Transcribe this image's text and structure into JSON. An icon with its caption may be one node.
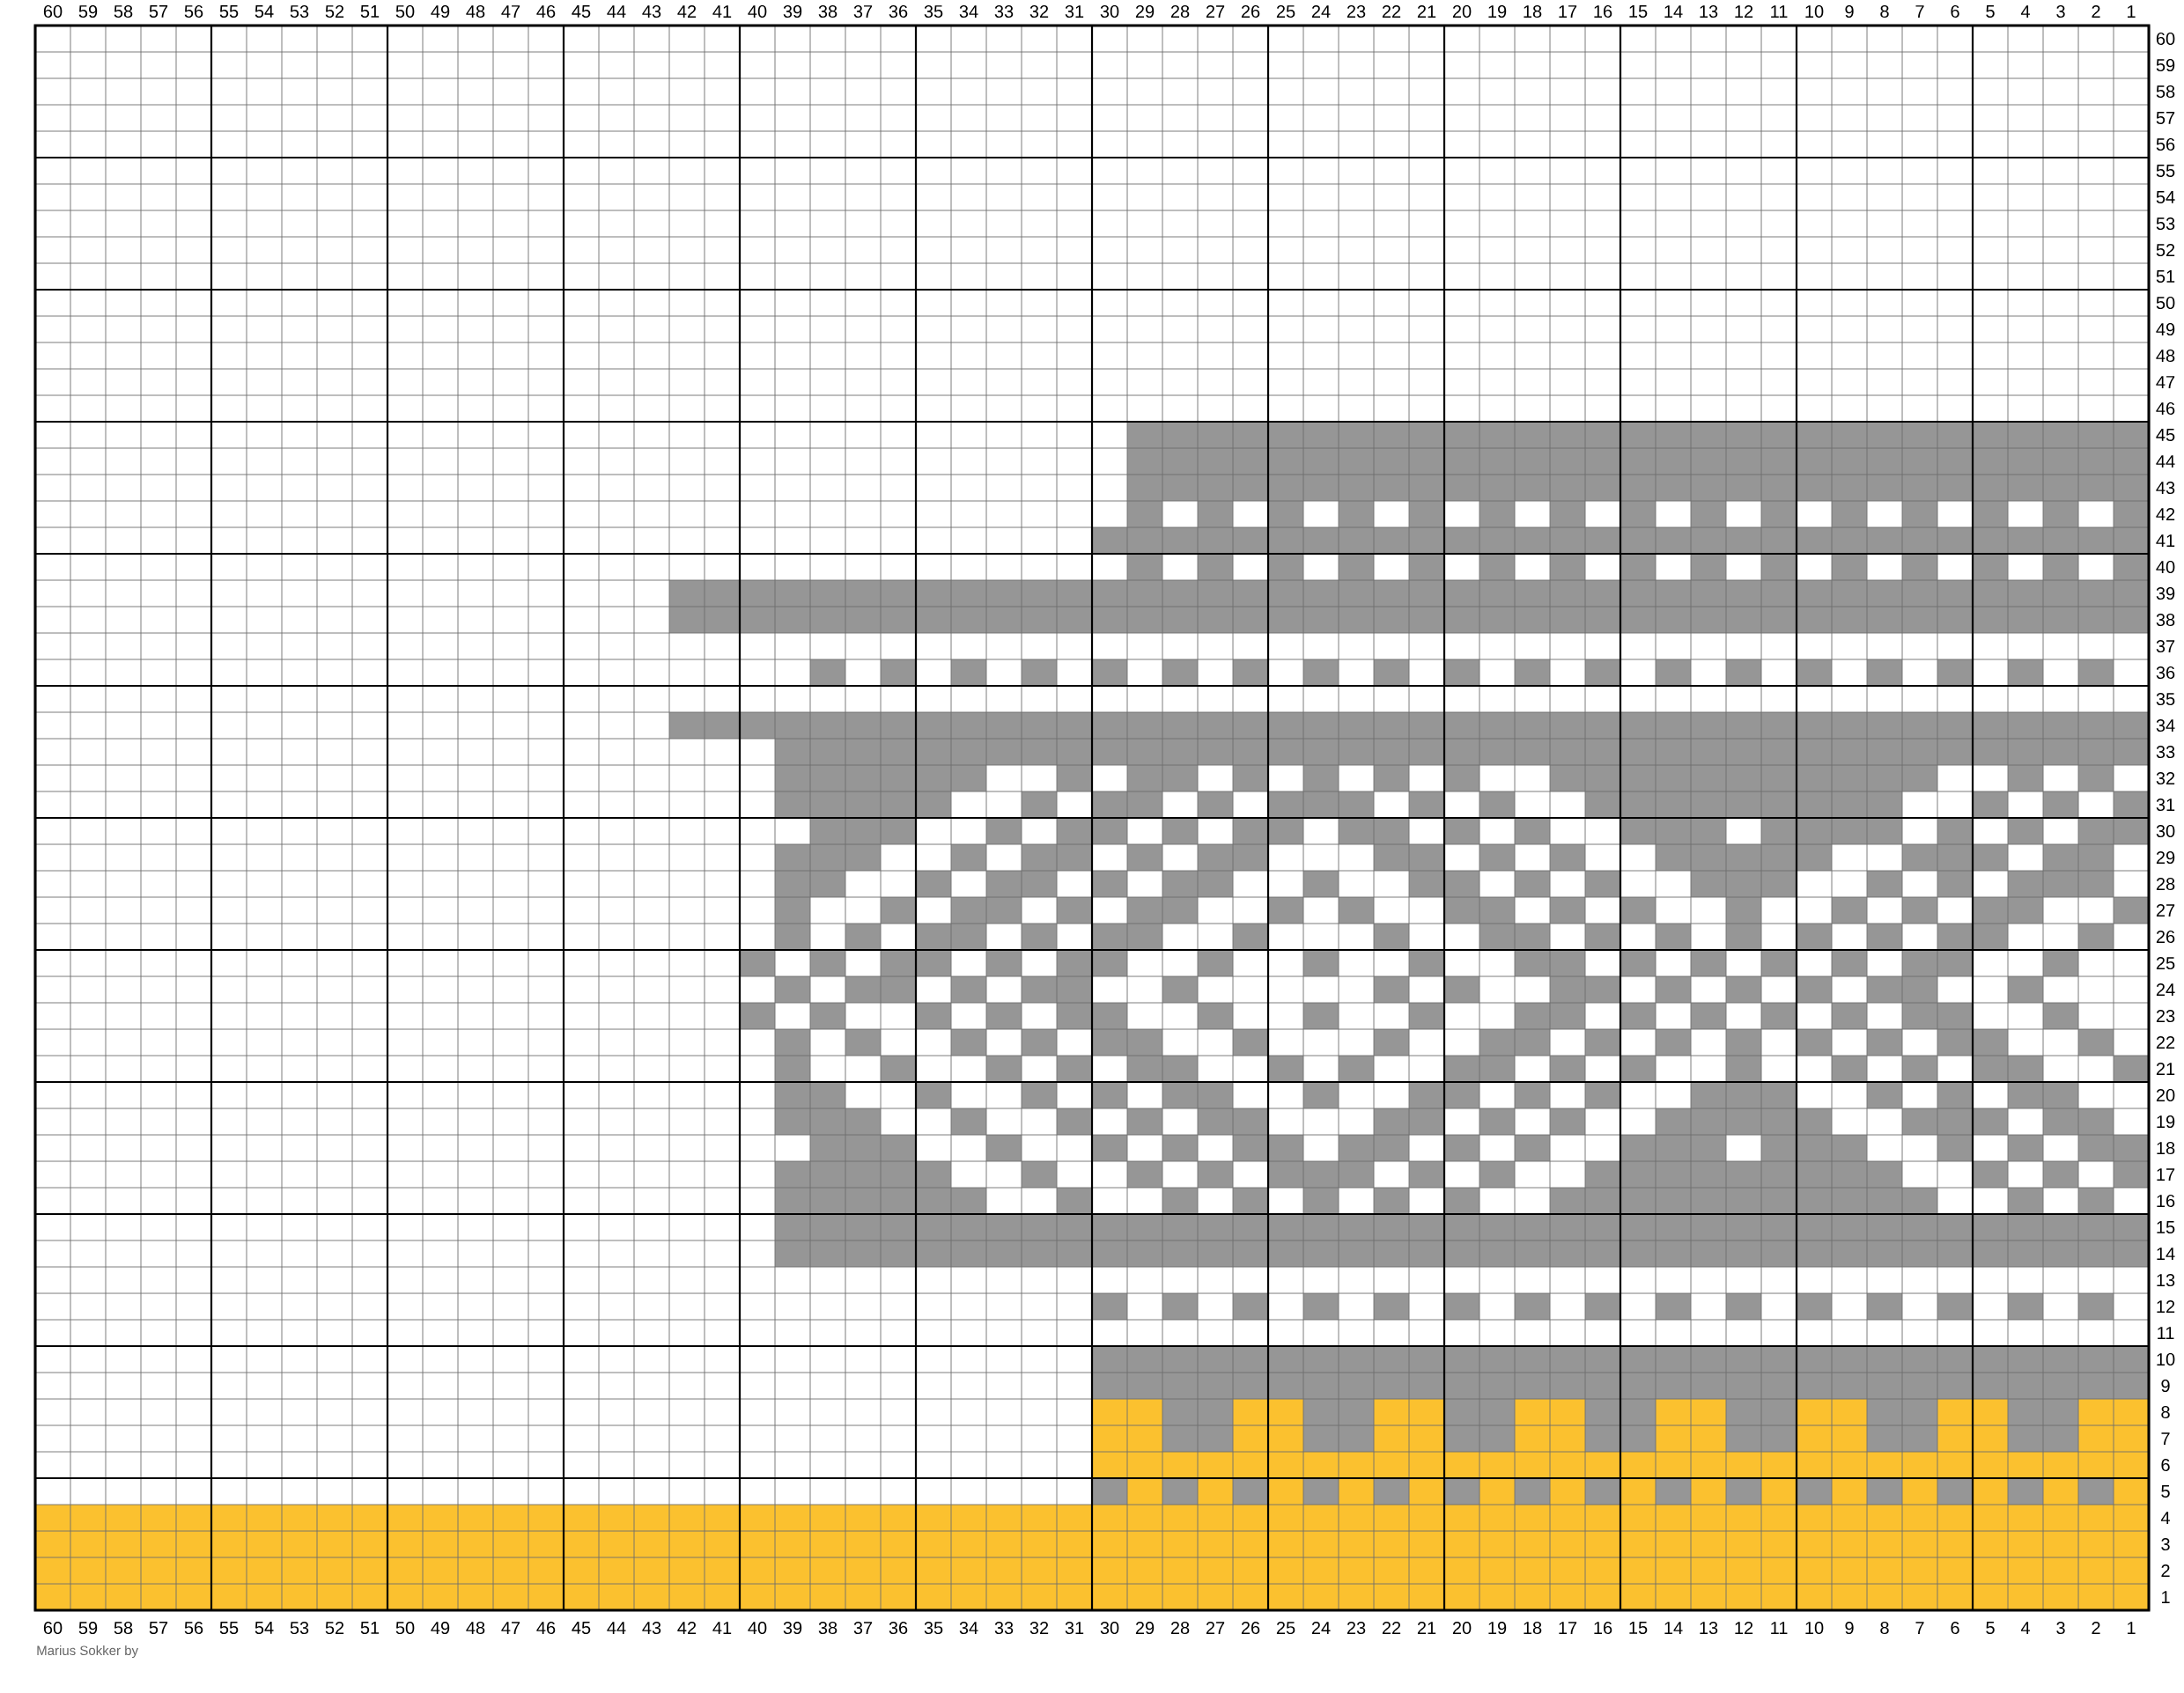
{
  "diagram": {
    "labels": [
      "60",
      "59",
      "58",
      "57",
      "56",
      "55",
      "54",
      "53",
      "52",
      "51",
      "50",
      "49",
      "48",
      "47",
      "46",
      "45",
      "44",
      "43",
      "42",
      "41",
      "40",
      "39",
      "38",
      "37",
      "36",
      "35",
      "34",
      "33",
      "32",
      "31",
      "30",
      "29",
      "28",
      "27",
      "26",
      "25",
      "24",
      "23",
      "22",
      "21",
      "20",
      "19",
      "18",
      "17",
      "16",
      "15",
      "14",
      "13",
      "12",
      "11",
      "10",
      "9",
      "8",
      "7",
      "6",
      "5",
      "4",
      "3",
      "2",
      "1",
      "60",
      "59",
      "58",
      "57",
      "56",
      "55",
      "54",
      "53",
      "52",
      "51",
      "50",
      "49",
      "48",
      "47",
      "46",
      "45",
      "44",
      "43",
      "42",
      "41",
      "40",
      "39",
      "38",
      "37",
      "36",
      "35",
      "34",
      "33",
      "32",
      "31",
      "30",
      "29",
      "28",
      "27",
      "26",
      "25",
      "24",
      "23",
      "22",
      "21",
      "20",
      "19",
      "18",
      "17",
      "16",
      "15",
      "14",
      "13",
      "12",
      "11",
      "10",
      "9",
      "8",
      "7",
      "6",
      "5",
      "4",
      "3",
      "2",
      "1",
      "60",
      "59",
      "58",
      "57",
      "56",
      "55",
      "54",
      "53",
      "52",
      "51",
      "50",
      "49",
      "48",
      "47",
      "46",
      "45",
      "44",
      "43",
      "42",
      "41",
      "40",
      "39",
      "38",
      "37",
      "36",
      "35",
      "34",
      "33",
      "32",
      "31",
      "30",
      "29",
      "28",
      "27",
      "26",
      "25",
      "24",
      "23",
      "22",
      "21",
      "20",
      "19",
      "18",
      "17",
      "16",
      "15",
      "14",
      "13",
      "12",
      "11",
      "10",
      "9",
      "8",
      "7",
      "6",
      "5",
      "4",
      "3",
      "2",
      "1",
      "Marius Sokker by"
    ]
  }
}
